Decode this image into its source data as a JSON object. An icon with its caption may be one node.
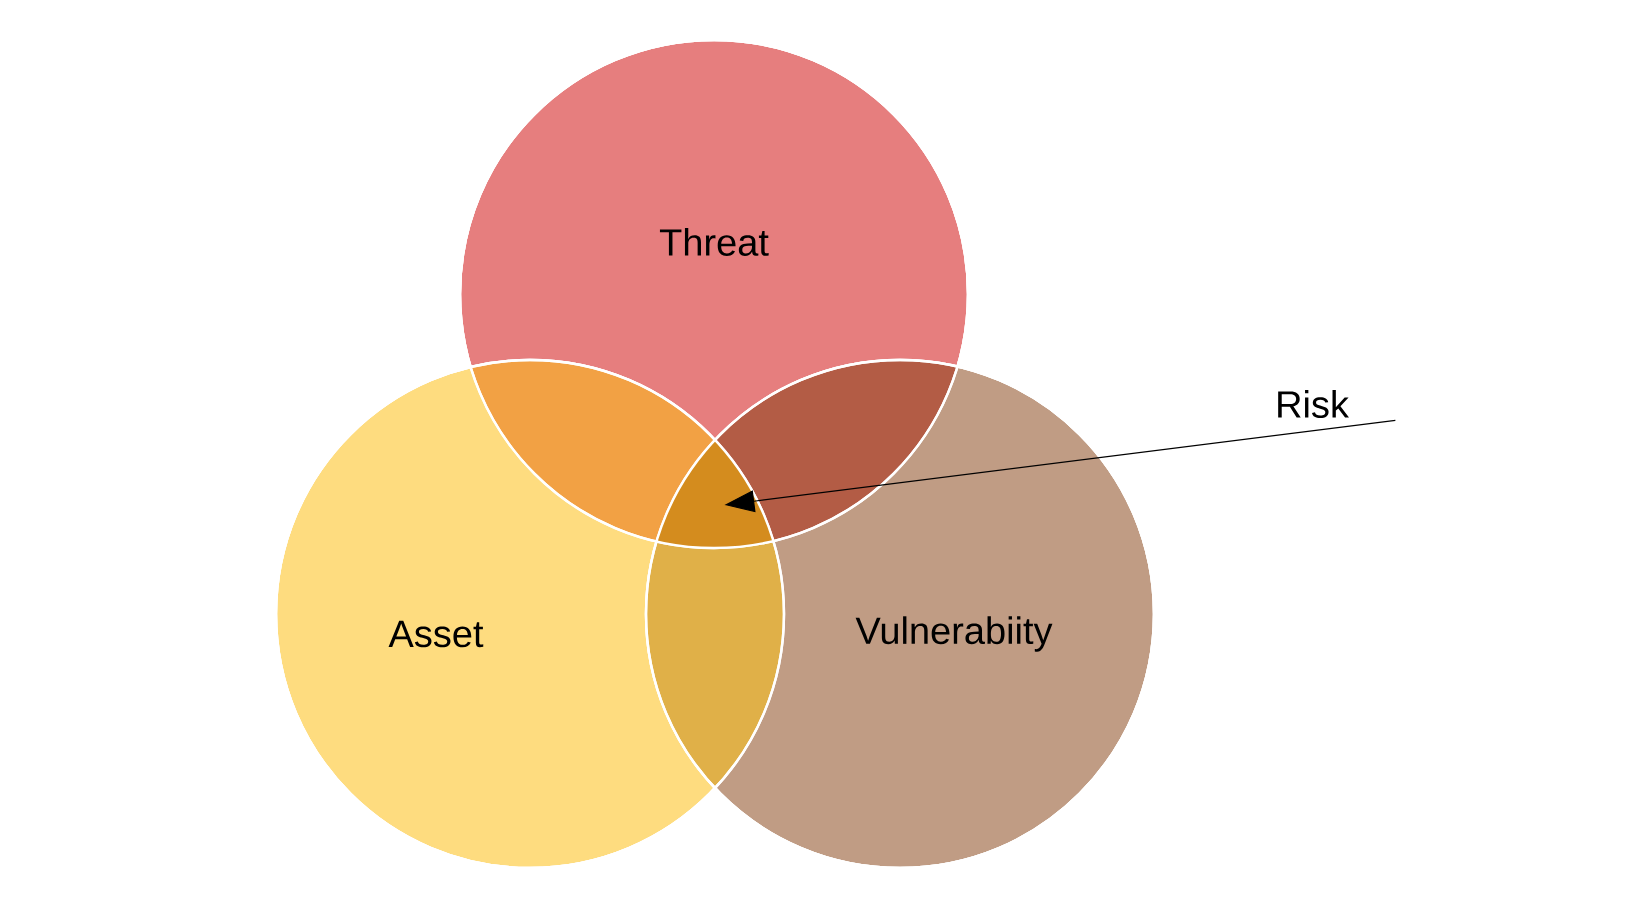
{
  "diagram": {
    "nodes": [
      {
        "text": [
          "Threat"
        ]
      },
      {
        "text": [
          "Asset"
        ]
      },
      {
        "text": [
          "Vulnerabiity"
        ]
      },
      {
        "text": [
          "Risk"
        ]
      },
      {
        "text": [],
        "shape": "region"
      }
    ],
    "edges": [
      {
        "from": 3,
        "to": 4,
        "arrow": "to"
      }
    ]
  }
}
